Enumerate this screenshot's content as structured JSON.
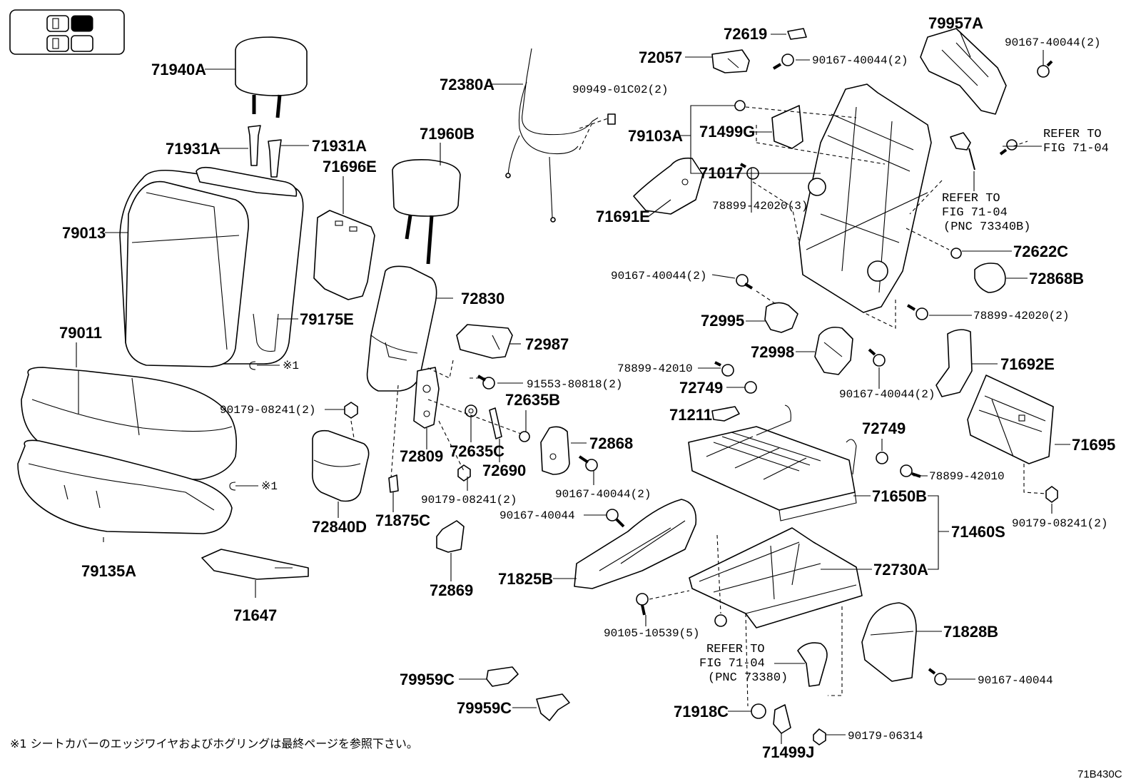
{
  "diagram": {
    "figure_code": "71B430C",
    "footnote": "※1 シートカバーのエッジワイヤおよびホグリングは最終ページを参照下さい。",
    "marker_note": "※1",
    "refer_fig_right": [
      "REFER TO",
      "FIG 71-04"
    ],
    "refer_fig_mid": [
      "REFER TO",
      "FIG 71-04",
      "(PNC 73340B)"
    ],
    "refer_fig_bottom": [
      "REFER TO",
      "FIG 71-04",
      "(PNC 73380)"
    ],
    "labels": {
      "p71940A": "71940A",
      "p71931A_l": "71931A",
      "p71931A_r": "71931A",
      "p79013": "79013",
      "p79175E": "79175E",
      "p79011": "79011",
      "p79135A": "79135A",
      "p71647": "71647",
      "p71696E": "71696E",
      "p71960B": "71960B",
      "p72380A": "72380A",
      "p90949": "90949-01C02(2)",
      "p72830": "72830",
      "p72987": "72987",
      "p91553": "91553-80818(2)",
      "p72635B": "72635B",
      "p72635C": "72635C",
      "p72809": "72809",
      "p72690": "72690",
      "p72868": "72868",
      "p90167_mid": "90167-40044(2)",
      "p90179_a": "90179-08241(2)",
      "p90179_b": "90179-08241(2)",
      "p90179_c": "90179-08241(2)",
      "p72840D": "72840D",
      "p71875C": "71875C",
      "p72869": "72869",
      "p79959C_a": "79959C",
      "p79959C_b": "79959C",
      "p72619": "72619",
      "p72057": "72057",
      "p90167_top": "90167-40044(2)",
      "p79957A": "79957A",
      "p90167_tr": "90167-40044(2)",
      "p79103A": "79103A",
      "p71499G": "71499G",
      "p71017": "71017",
      "p71691E": "71691E",
      "p78899_42020_3": "78899-42020(3)",
      "p90167_l": "90167-40044(2)",
      "p72995": "72995",
      "p72998": "72998",
      "p72622C": "72622C",
      "p72868B": "72868B",
      "p78899_42020_2": "78899-42020(2)",
      "p78899_42010_a": "78899-42010",
      "p72749_a": "72749",
      "p90167_r": "90167-40044(2)",
      "p71692E": "71692E",
      "p71211": "71211",
      "p72749_b": "72749",
      "p78899_42010_b": "78899-42010",
      "p71695": "71695",
      "p71650B": "71650B",
      "p71460S": "71460S",
      "p90167_single": "90167-40044",
      "p72730A": "72730A",
      "p71825B": "71825B",
      "p90105": "90105-10539(5)",
      "p71828B": "71828B",
      "p90167_br": "90167-40044",
      "p71918C": "71918C",
      "p71499J": "71499J",
      "p90179_06314": "90179-06314"
    }
  }
}
